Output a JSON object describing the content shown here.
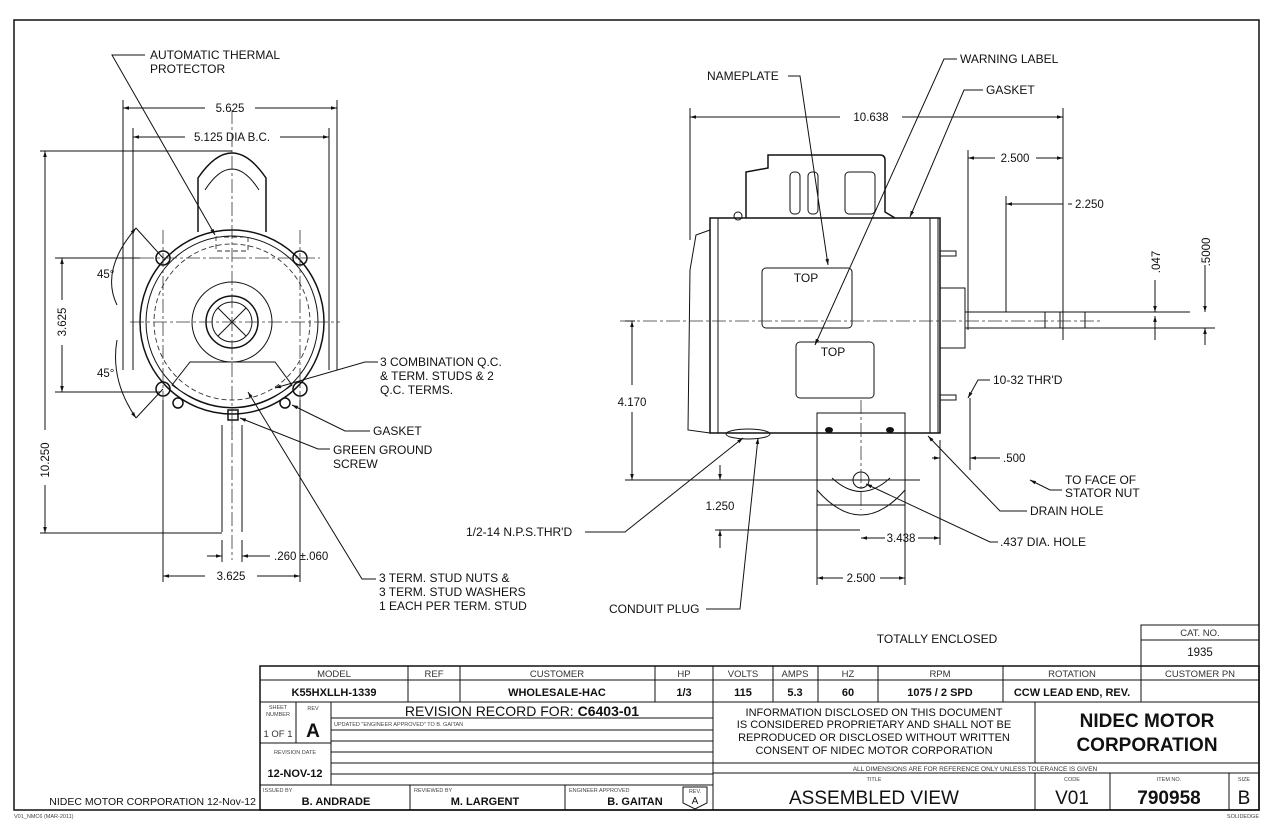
{
  "document": {
    "type": "Motor assembled view drawing",
    "footer_left": "NIDEC MOTOR CORPORATION 12-Nov-12",
    "form_id": "V01_NMC6 (MAR-2011)",
    "software_mark": "SOLIDEDGE"
  },
  "front_view": {
    "callouts": {
      "thermal_protector": [
        "AUTOMATIC THERMAL",
        "PROTECTOR"
      ],
      "terminals": [
        "3 COMBINATION Q.C.",
        "& TERM. STUDS & 2",
        "Q.C. TERMS."
      ],
      "gasket": "GASKET",
      "ground_screw": [
        "GREEN GROUND",
        "SCREW"
      ],
      "stud_nuts": [
        "3 TERM. STUD NUTS &",
        "3 TERM. STUD WASHERS",
        "1 EACH PER TERM. STUD"
      ]
    },
    "dimensions": {
      "overall_width": "5.625",
      "bolt_circle": "5.125  DIA B.C.",
      "height_upper": "3.625",
      "overall_height": "10.250",
      "angle_upper": "45°",
      "angle_lower": "45°",
      "lead_spacing": ".260 ±.060",
      "bottom_width": "3.625"
    }
  },
  "side_view": {
    "callouts": {
      "nameplate": "NAMEPLATE",
      "warning_label": "WARNING LABEL",
      "gasket": "GASKET",
      "top_label_1": "TOP",
      "top_label_2": "TOP",
      "thread": "10-32 THR'D",
      "stator_nut": [
        "TO FACE OF",
        "STATOR NUT"
      ],
      "drain_hole": "DRAIN HOLE",
      "dia_hole": ".437 DIA. HOLE",
      "nps_thread": "1/2-14 N.P.S.THR'D",
      "conduit_plug": "CONDUIT PLUG"
    },
    "dimensions": {
      "overall_length": "10.638",
      "shaft_2500": "2.500",
      "shaft_2250": "2.250",
      "flat": ".047",
      "shaft_dia": ".5000",
      "center_height": "4.170",
      "bracket_offset": "1.250",
      "stud_500": ".500",
      "bracket_3438": "3.438",
      "bracket_width": "2.500"
    }
  },
  "title_block": {
    "enclosure": "TOTALLY ENCLOSED",
    "cat_no_label": "CAT. NO.",
    "cat_no": "1935",
    "customer_pn_label": "CUSTOMER PN",
    "customer_pn": "",
    "headers": {
      "model": "MODEL",
      "ref": "REF",
      "customer": "CUSTOMER",
      "hp": "HP",
      "volts": "VOLTS",
      "amps": "AMPS",
      "hz": "HZ",
      "rpm": "RPM",
      "rotation": "ROTATION"
    },
    "values": {
      "model": "K55HXLLH-1339",
      "ref": "",
      "customer": "WHOLESALE-HAC",
      "hp": "1/3",
      "volts": "115",
      "amps": "5.3",
      "hz": "60",
      "rpm": "1075 / 2 SPD",
      "rotation": "CCW LEAD END, REV."
    },
    "sheet_label": [
      "SHEET",
      "NUMBER"
    ],
    "sheet_value": "1 OF 1",
    "rev_label": "REV",
    "rev_value": "A",
    "revision_record_label": "REVISION RECORD FOR: ",
    "revision_record_id": "C6403-01",
    "revision_notes": [
      "UPDATED \"ENGINEER APPROVED\" TO B. GAITAN",
      "",
      "",
      "",
      "",
      ""
    ],
    "revision_date_label": "REVISION DATE",
    "revision_date": "12-NOV-12",
    "issued_by_label": "ISSUED BY",
    "issued_by": "B. ANDRADE",
    "reviewed_by_label": "REVIEWED BY",
    "reviewed_by": "M. LARGENT",
    "engineer_label": "ENGINEER APPROVED",
    "engineer": "B. GAITAN",
    "rev_badge_label": "REV.",
    "rev_badge": "A",
    "proprietary": [
      "INFORMATION DISCLOSED ON THIS DOCUMENT",
      "IS CONSIDERED PROPRIETARY AND SHALL NOT BE",
      "REPRODUCED OR DISCLOSED WITHOUT WRITTEN",
      "CONSENT OF NIDEC MOTOR CORPORATION"
    ],
    "company": [
      "NIDEC MOTOR",
      "CORPORATION"
    ],
    "tolerance_note": "ALL DIMENSIONS ARE FOR REFERENCE ONLY UNLESS TOLERANCE IS GIVEN",
    "title_label": "TITLE",
    "title": "ASSEMBLED VIEW",
    "code_label": "CODE",
    "code": "V01",
    "item_no_label": "ITEM NO.",
    "item_no": "790958",
    "size_label": "SIZE",
    "size": "B"
  }
}
